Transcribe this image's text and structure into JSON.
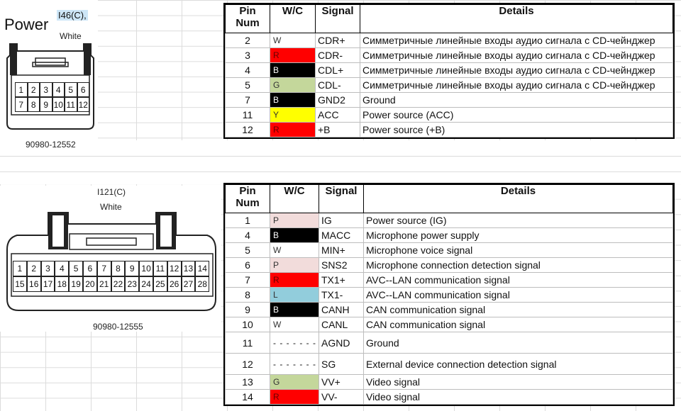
{
  "connector1": {
    "title": "Power",
    "code": "I46(C),",
    "color": "White",
    "part_number": "90980-12552",
    "pins_row1": [
      "1",
      "2",
      "3",
      "4",
      "5",
      "6"
    ],
    "pins_row2": [
      "7",
      "8",
      "9",
      "10",
      "11",
      "12"
    ]
  },
  "connector2": {
    "code": "I121(C)",
    "color": "White",
    "part_number": "90980-12555",
    "pins_row1": [
      "1",
      "2",
      "3",
      "4",
      "5",
      "6",
      "7",
      "8",
      "9",
      "10",
      "11",
      "12",
      "13",
      "14"
    ],
    "pins_row2": [
      "15",
      "16",
      "17",
      "18",
      "19",
      "20",
      "21",
      "22",
      "23",
      "24",
      "25",
      "26",
      "27",
      "28"
    ]
  },
  "headers": {
    "pin": "Pin",
    "num": "Num",
    "wc": "W/C",
    "signal": "Signal",
    "details": "Details"
  },
  "wire_colors": {
    "W": "#ffffff",
    "R": "#ff0000",
    "B": "#000000",
    "G": "#c4d79b",
    "Y": "#ffff00",
    "P": "#f2dcdb",
    "L": "#92cddc"
  },
  "table1": [
    {
      "pin": "2",
      "wc": "W",
      "signal": "CDR+",
      "details": "Симметричные линейные входы аудио сигнала с CD-чейнджер"
    },
    {
      "pin": "3",
      "wc": "R",
      "signal": "CDR-",
      "details": "Симметричные линейные входы аудио сигнала с CD-чейнджер"
    },
    {
      "pin": "4",
      "wc": "B",
      "signal": "CDL+",
      "details": "Симметричные линейные входы аудио сигнала с CD-чейнджер"
    },
    {
      "pin": "5",
      "wc": "G",
      "signal": "CDL-",
      "details": "Симметричные линейные входы аудио сигнала с CD-чейнджер"
    },
    {
      "pin": "7",
      "wc": "B",
      "signal": "GND2",
      "details": "Ground"
    },
    {
      "pin": "11",
      "wc": "Y",
      "signal": "ACC",
      "details": "Power source (ACC)"
    },
    {
      "pin": "12",
      "wc": "R",
      "signal": "+B",
      "details": "Power source (+B)"
    }
  ],
  "table2": [
    {
      "pin": "1",
      "wc": "P",
      "signal": "IG",
      "details": "Power source (IG)"
    },
    {
      "pin": "4",
      "wc": "B",
      "signal": "MACC",
      "details": "Microphone power supply"
    },
    {
      "pin": "5",
      "wc": "W",
      "signal": "MIN+",
      "details": "Microphone voice signal"
    },
    {
      "pin": "6",
      "wc": "P",
      "signal": "SNS2",
      "details": "Microphone connection detection signal"
    },
    {
      "pin": "7",
      "wc": "R",
      "signal": "TX1+",
      "details": "AVC--LAN communication signal"
    },
    {
      "pin": "8",
      "wc": "L",
      "signal": "TX1-",
      "details": "AVC--LAN communication signal"
    },
    {
      "pin": "9",
      "wc": "B",
      "signal": "CANH",
      "details": "CAN communication signal"
    },
    {
      "pin": "10",
      "wc": "W",
      "signal": "CANL",
      "details": "CAN communication signal"
    },
    {
      "pin": "11",
      "wc": "",
      "signal": "AGND",
      "details": "Ground"
    },
    {
      "pin": "12",
      "wc": "",
      "signal": "SG",
      "details": "External device connection detection signal"
    },
    {
      "pin": "13",
      "wc": "G",
      "signal": "VV+",
      "details": "Video signal"
    },
    {
      "pin": "14",
      "wc": "R",
      "signal": "VV-",
      "details": "Video signal"
    }
  ]
}
